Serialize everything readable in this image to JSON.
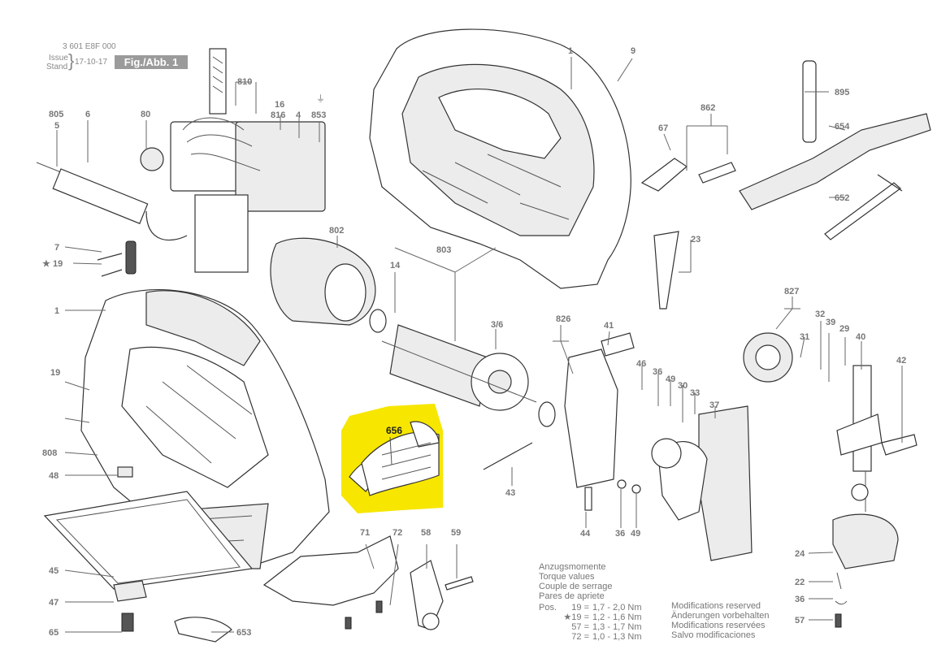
{
  "header": {
    "doc_number": "3 601 E8F 000",
    "issue_label": "Issue",
    "stand_label": "Stand",
    "date": "17-10-17",
    "figure": "Fig./Abb. 1"
  },
  "torque": {
    "titles": [
      "Anzugsmomente",
      "Torque values",
      "Couple de serrage",
      "Pares de apriete"
    ],
    "rows": [
      {
        "prefix": "Pos.",
        "pos": "19 =",
        "value": "1,7 - 2,0 Nm"
      },
      {
        "prefix": "",
        "pos": "★19 =",
        "value": "1,2 - 1,6 Nm"
      },
      {
        "prefix": "",
        "pos": "57 =",
        "value": "1,3 - 1,7 Nm"
      },
      {
        "prefix": "",
        "pos": "72 =",
        "value": "1,0 - 1,3 Nm"
      }
    ]
  },
  "modifications": [
    "Modifications reserved",
    "Änderungen vorbehalten",
    "Modifications reservées",
    "Salvo modificaciones"
  ],
  "highlight": {
    "part": "656",
    "color": "#f7e600"
  },
  "labels": {
    "l805": "805",
    "l5": "5",
    "l6": "6",
    "l80": "80",
    "l810": "810",
    "l16": "16",
    "l816": "816",
    "l4": "4",
    "l853": "853",
    "l1a": "1",
    "l9": "9",
    "l895": "895",
    "l862": "862",
    "l67": "67",
    "l654": "654",
    "l652": "652",
    "l7": "7",
    "l19a": "19",
    "l802": "802",
    "l803": "803",
    "l14": "14",
    "l23": "23",
    "l1b": "1",
    "l36a": "3/6",
    "l826": "826",
    "l41": "41",
    "l827": "827",
    "l32": "32",
    "l39": "39",
    "l29": "29",
    "l40": "40",
    "l31": "31",
    "l46": "46",
    "l36b": "36",
    "l49a": "49",
    "l30": "30",
    "l33": "33",
    "l37": "37",
    "l42": "42",
    "l19b": "19",
    "l808": "808",
    "l48": "48",
    "l43": "43",
    "l44": "44",
    "l36c": "36",
    "l49b": "49",
    "l45": "45",
    "l71": "71",
    "l72": "72",
    "l58": "58",
    "l59": "59",
    "l24": "24",
    "l47": "47",
    "l22": "22",
    "l36d": "36",
    "l65": "65",
    "l653": "653",
    "l57": "57"
  }
}
